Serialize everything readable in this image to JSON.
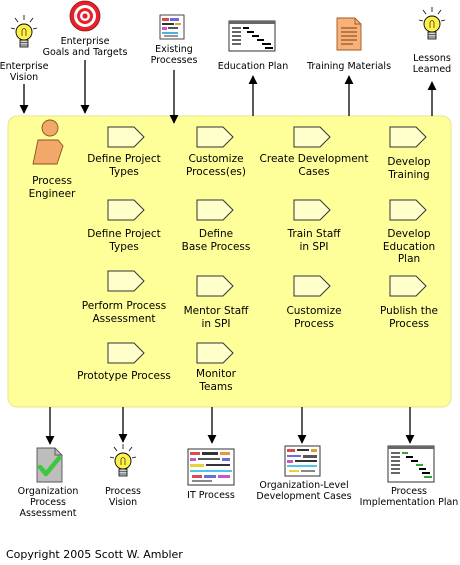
{
  "inputs": {
    "enterprise_vision": [
      "Enterprise",
      "Vision"
    ],
    "enterprise_goals": [
      "Enterprise",
      "Goals and Targets"
    ],
    "existing_processes": [
      "Existing",
      "Processes"
    ]
  },
  "outputs_top": {
    "education_plan": "Education Plan",
    "training_materials": "Training Materials",
    "lessons_learned": [
      "Lessons",
      "Learned"
    ]
  },
  "role": {
    "label": [
      "Process",
      "Engineer"
    ]
  },
  "tasks": {
    "col1": [
      [
        "Define Project",
        "Types"
      ],
      [
        "Define Project",
        "Types"
      ],
      [
        "Perform Process",
        "Assessment"
      ],
      [
        "Prototype Process"
      ]
    ],
    "col2": [
      [
        "Customize",
        "Process(es)"
      ],
      [
        "Define",
        "Base Process"
      ],
      [
        "Mentor Staff",
        "in SPI"
      ],
      [
        "Monitor",
        "Teams"
      ]
    ],
    "col3": [
      [
        "Create Development",
        "Cases"
      ],
      [
        "Train Staff",
        "in SPI"
      ],
      [
        "Customize",
        "Process"
      ]
    ],
    "col4": [
      [
        "Develop",
        "Training"
      ],
      [
        "Develop",
        "Education",
        "Plan"
      ],
      [
        "Publish the",
        "Process"
      ]
    ]
  },
  "outputs_bottom": {
    "org_assessment": [
      "Organization",
      "Process",
      "Assessment"
    ],
    "process_vision": [
      "Process",
      "Vision"
    ],
    "it_process": [
      "IT Process"
    ],
    "org_dev_cases": [
      "Organization-Level",
      "Development Cases"
    ],
    "impl_plan": [
      "Process",
      "Implementation Plan"
    ]
  },
  "copyright": "Copyright 2005 Scott W. Ambler",
  "colors": {
    "panel": "#FFFF99",
    "task_fill": "#FFFFCC",
    "target_red": "#E8202A",
    "bulb": "#FFF04A",
    "person": "#F2A868",
    "doc_orange": "#F6B27A",
    "check_green": "#3CC83C"
  }
}
